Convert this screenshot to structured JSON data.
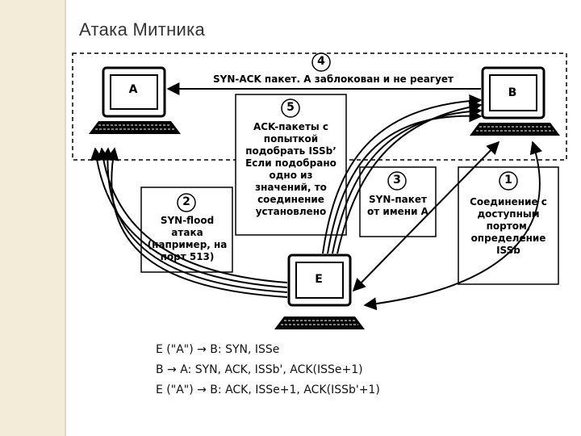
{
  "slide": {
    "title": "Атака Митника"
  },
  "hosts": {
    "a": "A",
    "b": "B",
    "e": "E"
  },
  "steps": {
    "s1": {
      "num": "1",
      "text": "Соединение с доступным портом, определение ISSb"
    },
    "s2": {
      "num": "2",
      "text": "SYN-flood атака (например, на порт 513)"
    },
    "s3": {
      "num": "3",
      "text": "SYN-пакет от имени A"
    },
    "s4": {
      "num": "4",
      "text": "SYN-ACK пакет. A заблокован и не реагует"
    },
    "s5": {
      "num": "5",
      "text": "ACK-пакеты с попыткой подобрать ISSb’ Если подобрано одно из значений, то соединение установлено"
    }
  },
  "sequence": [
    "E (\"A\") → B: SYN, ISSe",
    "B → A: SYN, ACK, ISSb', ACK(ISSe+1)",
    "E (\"A\") → B: ACK, ISSe+1, ACK(ISSb'+1)"
  ]
}
